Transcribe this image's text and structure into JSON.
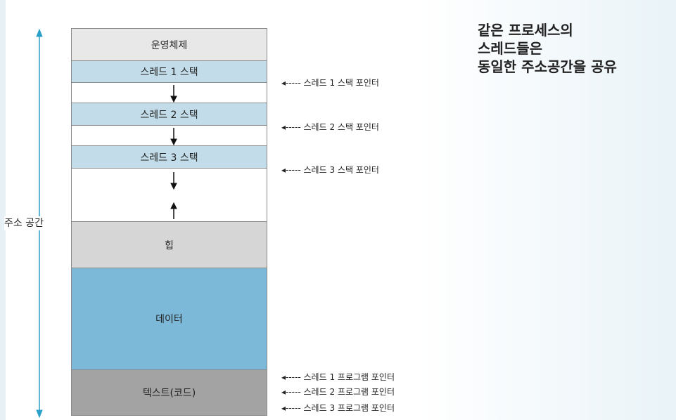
{
  "diagram": {
    "segments": [
      {
        "id": "os",
        "label": "운영체제",
        "color": "#e8e8e8"
      },
      {
        "id": "stack1",
        "label": "스레드 1 스택",
        "color": "#c2dde9"
      },
      {
        "id": "gap1",
        "label": "",
        "color": "#ffffff"
      },
      {
        "id": "stack2",
        "label": "스레드 2 스택",
        "color": "#c2dde9"
      },
      {
        "id": "gap2",
        "label": "",
        "color": "#ffffff"
      },
      {
        "id": "stack3",
        "label": "스레드 3 스택",
        "color": "#c2dde9"
      },
      {
        "id": "free",
        "label": "",
        "color": "#ffffff"
      },
      {
        "id": "heap",
        "label": "힙",
        "color": "#d6d6d6"
      },
      {
        "id": "data",
        "label": "데이터",
        "color": "#7cb8d7"
      },
      {
        "id": "text",
        "label": "텍스트(코드)",
        "color": "#a3a3a3"
      }
    ],
    "address_space_label": "주소 공간",
    "stack_pointers": [
      "스레드 1 스택 포인터",
      "스레드 2 스택 포인터",
      "스레드 3 스택 포인터"
    ],
    "program_pointers": [
      "스레드 1 프로그램 포인터",
      "스레드 2 프로그램 포인터",
      "스레드 3 프로그램 포인터"
    ],
    "pointer_arrow": "◂-----",
    "axis_color": "#2aa0c8"
  },
  "caption": {
    "lines": [
      "같은 프로세스의",
      "스레드들은",
      "동일한 주소공간을 공유"
    ]
  }
}
